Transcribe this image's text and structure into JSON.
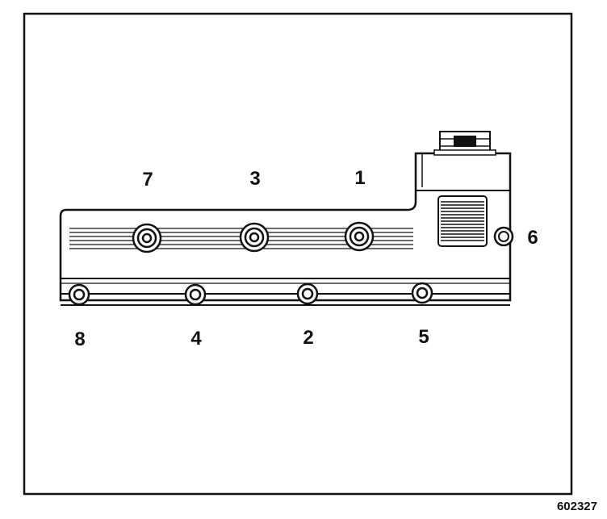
{
  "diagram": {
    "bolt_labels": {
      "b1": "1",
      "b2": "2",
      "b3": "3",
      "b4": "4",
      "b5": "5",
      "b6": "6",
      "b7": "7",
      "b8": "8"
    },
    "figure_number": "602327"
  },
  "colors": {
    "line": "#111111",
    "background": "#ffffff"
  }
}
